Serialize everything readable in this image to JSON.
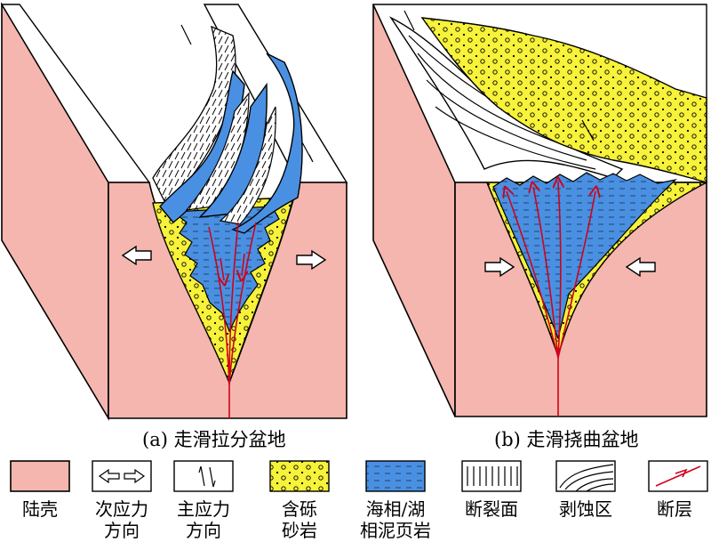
{
  "panels": [
    {
      "caption": "(a) 走滑拉分盆地"
    },
    {
      "caption": "(b) 走滑挠曲盆地"
    }
  ],
  "legend": [
    {
      "icon": "continental-crust-swatch",
      "lines": [
        "陆壳"
      ]
    },
    {
      "icon": "secondary-stress-arrows-icon",
      "lines": [
        "次应力",
        "方向"
      ]
    },
    {
      "icon": "principal-stress-arrows-icon",
      "lines": [
        "主应力",
        "方向"
      ]
    },
    {
      "icon": "conglomerate-sandstone-swatch",
      "lines": [
        "含砾",
        "砂岩"
      ]
    },
    {
      "icon": "marine-lacustrine-shale-swatch",
      "lines": [
        "海相/湖",
        "相泥页岩"
      ]
    },
    {
      "icon": "fault-plane-swatch",
      "lines": [
        "断裂面"
      ]
    },
    {
      "icon": "erosion-zone-swatch",
      "lines": [
        "剥蚀区"
      ]
    },
    {
      "icon": "fault-icon",
      "lines": [
        "断层"
      ]
    }
  ],
  "colors": {
    "crust": "#f4b6ae",
    "sandstone": "#f7f23a",
    "shale": "#4a90e2",
    "fault": "#d0021b"
  }
}
